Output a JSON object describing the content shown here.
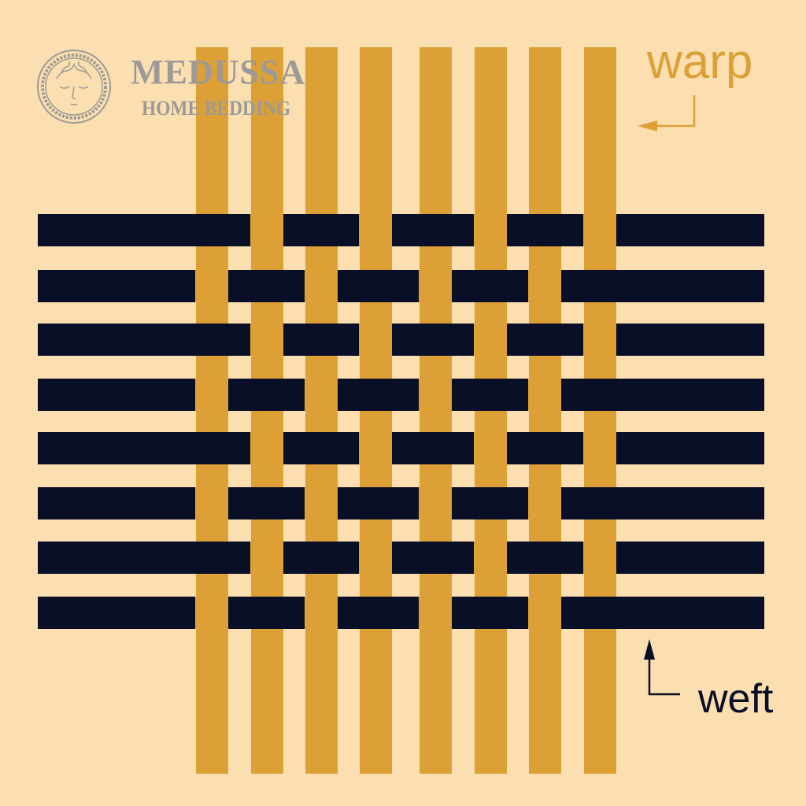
{
  "logo": {
    "brand": "MEDUSSA",
    "subtitle": "HOME BEDDING"
  },
  "labels": {
    "warp": "warp",
    "weft": "weft"
  },
  "colors": {
    "background": "#fbdfb0",
    "warp": "#dca036",
    "weft": "#0a0f28",
    "logo": "#9b9a98"
  },
  "weave": {
    "warp_threads": 8,
    "weft_threads": 8,
    "type": "plain"
  }
}
